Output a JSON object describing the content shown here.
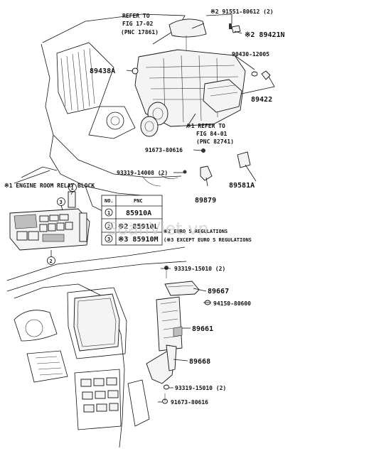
{
  "callouts": {
    "refer_fig_17": {
      "line1": "REFER TO",
      "line2": "FIG 17-02",
      "line3": "(PNC 17861)"
    },
    "p91551": "※2 91551-80612 (2)",
    "p89421n": "※2 89421N",
    "p90430": "90430-12005",
    "p89438a": "89438A",
    "p89422": "89422",
    "refer_fig_84": {
      "line1": "※1 REFER TO",
      "line2": "FIG 84-01",
      "line3": "(PNC 82741)"
    },
    "p91673_top": "91673-80616",
    "p93319_14008": "93319-14008 (2)",
    "p89581a": "89581A",
    "p89879": "89879",
    "p93319_15010_a": "93319-15010 (2)",
    "p89667": "89667",
    "p94150": "94150-80600",
    "p89661": "89661",
    "p89668": "89668",
    "p93319_15010_b": "93319-15010 (2)",
    "p91673_bottom": "91673-80616"
  },
  "relay_block": {
    "title": "※1 ENGINE ROOM RELAY BLOCK",
    "markers": [
      "1",
      "2",
      "3"
    ]
  },
  "pnc_table": {
    "headers": [
      "NO.",
      "PNC"
    ],
    "rows": [
      {
        "no": "1",
        "pnc": "85910A"
      },
      {
        "no": "2",
        "pnc": "※2 85910L"
      },
      {
        "no": "3",
        "pnc": "※3 85910M"
      }
    ]
  },
  "notes": {
    "euro5": "※2 EURO 5 REGULATIONS",
    "euro5_except": "(※3 EXCEPT EURO 5 REGULATIONS"
  },
  "watermark": "SoanViet.vn"
}
